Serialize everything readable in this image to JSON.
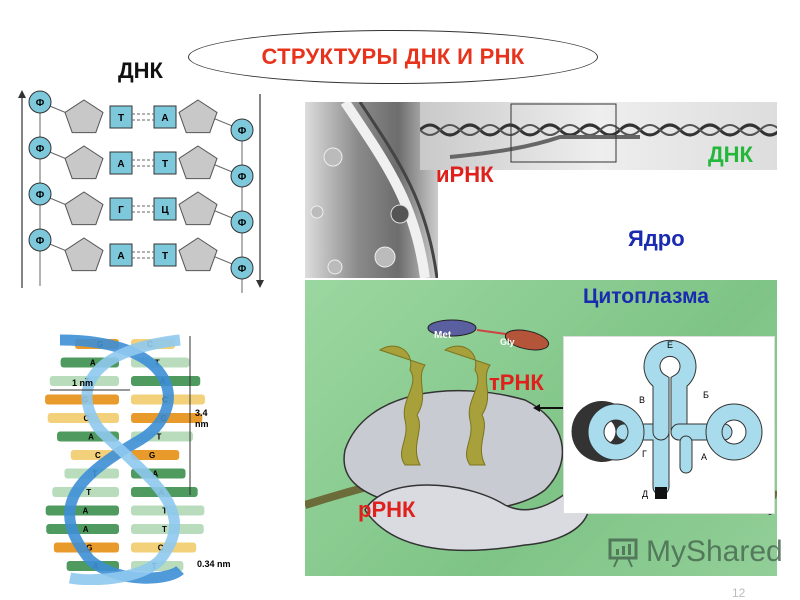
{
  "title": "СТРУКТУРЫ  ДНК И РНК",
  "dna_label": "ДНК",
  "dna_ladder": {
    "phosphate": "Ф",
    "pairs": [
      {
        "left": "Т",
        "right": "А"
      },
      {
        "left": "А",
        "right": "Т"
      },
      {
        "left": "Г",
        "right": "Ц"
      },
      {
        "left": "А",
        "right": "Т"
      }
    ],
    "colors": {
      "base": "#7ec8dc",
      "sugar": "#c8c8c8",
      "phosphate": "#7ec8dc"
    }
  },
  "helix": {
    "width_label": "1 nm",
    "pitch_label_1": "3.4",
    "pitch_label_2": "nm",
    "step_label": "0.34 nm",
    "pairs": [
      {
        "l": "G",
        "r": "C",
        "lc": "#e89a2a",
        "rc": "#f3d07a"
      },
      {
        "l": "A",
        "r": "T",
        "lc": "#4f9a5e",
        "rc": "#b8dcbc"
      },
      {
        "l": "T",
        "r": "A",
        "lc": "#b8dcbc",
        "rc": "#4f9a5e"
      },
      {
        "l": "G",
        "r": "C",
        "lc": "#e89a2a",
        "rc": "#f3d07a"
      },
      {
        "l": "C",
        "r": "G",
        "lc": "#f3d07a",
        "rc": "#e89a2a"
      },
      {
        "l": "A",
        "r": "T",
        "lc": "#4f9a5e",
        "rc": "#b8dcbc"
      },
      {
        "l": "C",
        "r": "G",
        "lc": "#f3d07a",
        "rc": "#e89a2a"
      },
      {
        "l": "T",
        "r": "A",
        "lc": "#b8dcbc",
        "rc": "#4f9a5e"
      },
      {
        "l": "T",
        "r": "A",
        "lc": "#b8dcbc",
        "rc": "#4f9a5e"
      },
      {
        "l": "A",
        "r": "T",
        "lc": "#4f9a5e",
        "rc": "#b8dcbc"
      },
      {
        "l": "A",
        "r": "T",
        "lc": "#4f9a5e",
        "rc": "#b8dcbc"
      },
      {
        "l": "G",
        "r": "C",
        "lc": "#e89a2a",
        "rc": "#f3d07a"
      },
      {
        "l": "A",
        "r": "T",
        "lc": "#4f9a5e",
        "rc": "#b8dcbc"
      }
    ]
  },
  "nucleus_panel": {
    "mrna_label": "иРНК",
    "dna_label": "ДНК",
    "nucleus_label": "Ядро",
    "colors": {
      "mrna": "#e0201c",
      "dna": "#22b83a",
      "nucleus": "#1a2bb0"
    }
  },
  "cytoplasm_panel": {
    "cytoplasm_label": "Цитоплазма",
    "trna_label": "тРНК",
    "rrna_label": "рРНК",
    "amino_acid_1": "Met",
    "amino_acid_2": "Gly",
    "corner_mark": "з",
    "colors": {
      "bg": "#8fcf95",
      "trna": "#e0201c",
      "rrna": "#e0201c",
      "cytoplasm": "#1a2bb0",
      "met": "#5a5fa0",
      "gly": "#b4553a"
    }
  },
  "trna_diagram": {
    "labels": {
      "top": "Е",
      "left": "В",
      "right": "Б",
      "bottom_left": "Г",
      "bottom_right": "А",
      "stem_end": "Д"
    },
    "color": "#a8dcec"
  },
  "watermark": "MyShared",
  "slide_number": "12"
}
